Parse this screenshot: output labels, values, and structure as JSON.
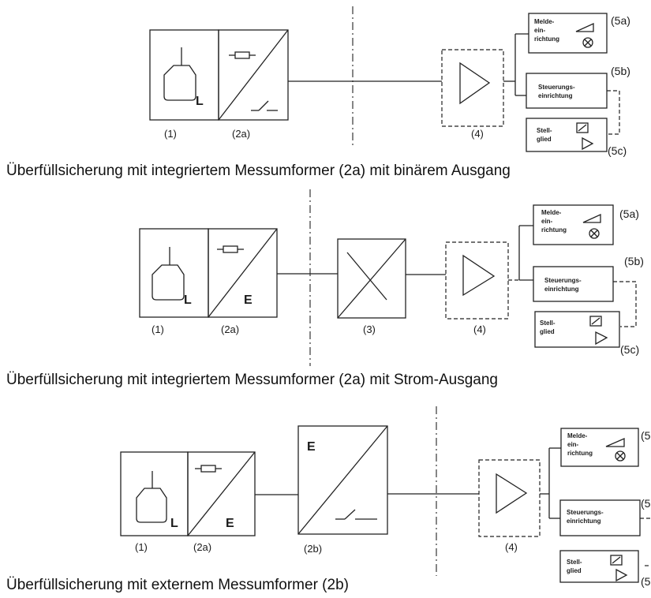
{
  "labels": {
    "sensor": "(1)",
    "converter_int": "(2a)",
    "converter_ext": "(2b)",
    "isolator": "(3)",
    "amplifier": "(4)",
    "out_a": "(5a)",
    "out_b": "(5b)",
    "out_c": "(5c)",
    "out_a_trunc": "(5",
    "out_b_trunc": "(5",
    "out_c_trunc": "(5",
    "level_letter": "L",
    "signal_letter": "E"
  },
  "outputs": {
    "melde": [
      "Melde-",
      "ein-",
      "richtung"
    ],
    "steuerung": [
      "Steuerungs-",
      "einrichtung"
    ],
    "stell": [
      "Stell-",
      "glied"
    ]
  },
  "captions": [
    "Überfüllsicherung mit integriertem Messumformer (2a) mit binärem Ausgang",
    "Überfüllsicherung mit integriertem Messumformer (2a) mit Strom-Ausgang",
    "Überfüllsicherung mit externem Messumformer (2b)"
  ]
}
